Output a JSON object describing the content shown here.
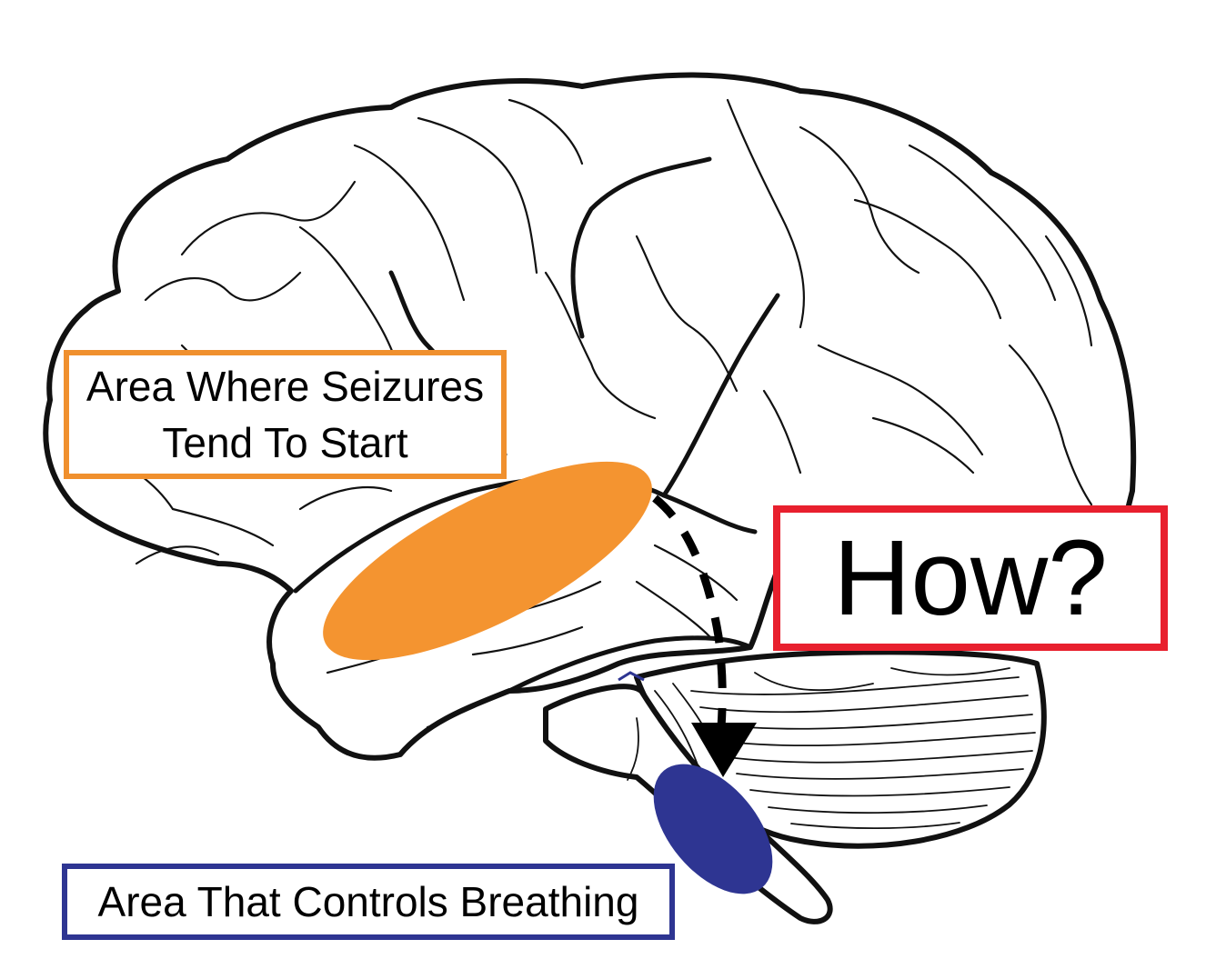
{
  "labels": {
    "seizure_area_line1": "Area Where Seizures",
    "seizure_area_line2": "Tend To Start",
    "question": "How?",
    "breathing_area": "Area That Controls Breathing"
  },
  "colors": {
    "seizure_region": "#f49430",
    "seizure_box": "#f0902e",
    "question_box": "#e8202e",
    "breathing_region": "#2e3592",
    "breathing_box": "#2e3592",
    "outline": "#111111"
  },
  "icons": {
    "pathway_arrow": "dashed-arrow-down-icon"
  }
}
